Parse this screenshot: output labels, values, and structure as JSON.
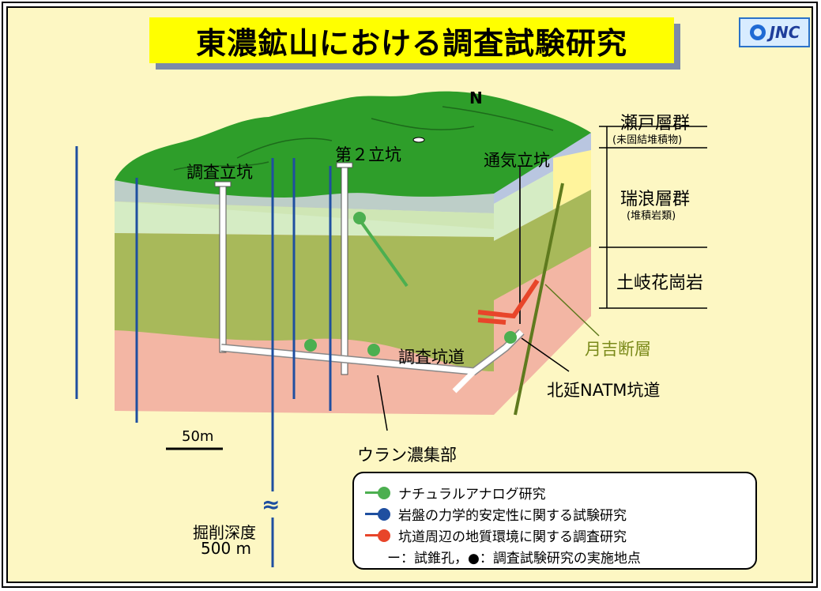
{
  "title": "東濃鉱山における調査試験研究",
  "logo": {
    "text": "JNC"
  },
  "north": "N",
  "shafts": {
    "survey": "調査立坑",
    "second": "第２立坑",
    "ventilation": "通気立坑"
  },
  "strata": {
    "seto": "瀬戸層群",
    "seto_note": "(未固結堆積物)",
    "mizunami": "瑞浪層群",
    "mizunami_note": "(堆積岩類)",
    "toki": "土岐花崗岩"
  },
  "labels": {
    "tsukiyoshi_fault": "月吉断層",
    "survey_tunnel": "調査坑道",
    "natm_tunnel": "北延NATM坑道",
    "uranium": "ウラン濃集部",
    "scale": "50m",
    "depth_line1": "掘削深度",
    "depth_line2": "500 m",
    "break_mark": "≈"
  },
  "legend": [
    {
      "text": "ナチュラルアナログ研究",
      "color": "#4caf50"
    },
    {
      "text": "岩盤の力学的安定性に関する試験研究",
      "color": "#1f4fa0"
    },
    {
      "text": "坑道周辺の地質環境に関する調査研究",
      "color": "#e8452a"
    }
  ],
  "legend_note": "ー：試錐孔，●：調査試験研究の実施地点",
  "colors": {
    "title_bg": "#ffff00",
    "background": "#fdf7c3",
    "terrain": "#2e9e2a",
    "seto_layer": "#b9c6e0",
    "mizunami_upper": "#d5ecc4",
    "mizunami_mid": "#c6de9a",
    "mizunami_lower": "#a8b95a",
    "granite": "#f3b6a4",
    "side_upper": "#fff49c",
    "fault": "#5f7a1e"
  }
}
